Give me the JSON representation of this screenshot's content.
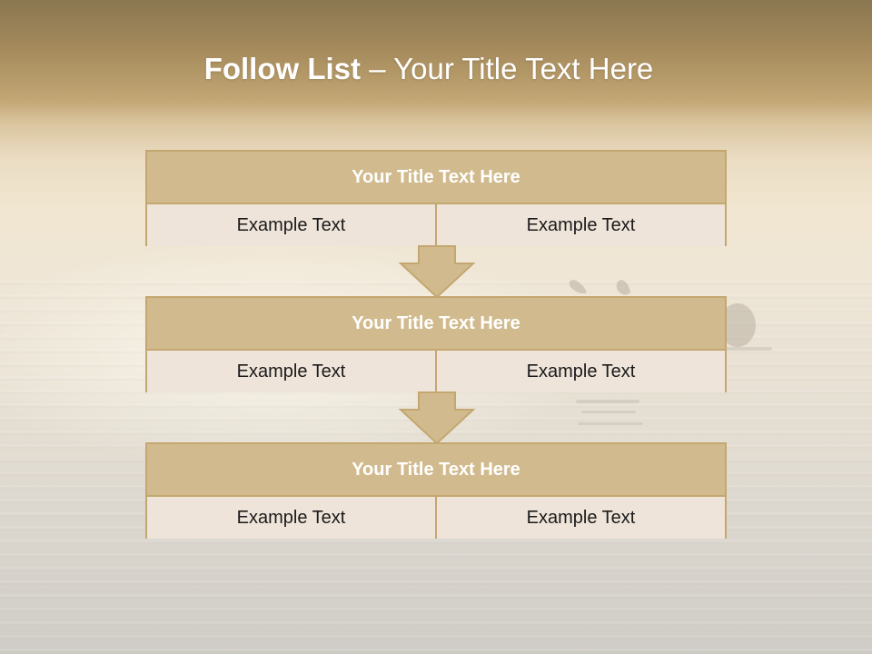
{
  "slide": {
    "title_bold": "Follow List",
    "title_rest": " – Your Title Text Here",
    "blocks": [
      {
        "title": "Your Title Text Here",
        "left": "Example Text",
        "right": "Example Text"
      },
      {
        "title": "Your Title Text Here",
        "left": "Example Text",
        "right": "Example Text"
      },
      {
        "title": "Your Title Text Here",
        "left": "Example Text",
        "right": "Example Text"
      }
    ]
  },
  "colors": {
    "header_fill": "#d1bb8e",
    "border": "#c4a770",
    "cell_fill": "#efe4da",
    "title_text": "#ffffff"
  },
  "icons": [
    "down-arrow-icon",
    "swimmer-silhouette"
  ]
}
